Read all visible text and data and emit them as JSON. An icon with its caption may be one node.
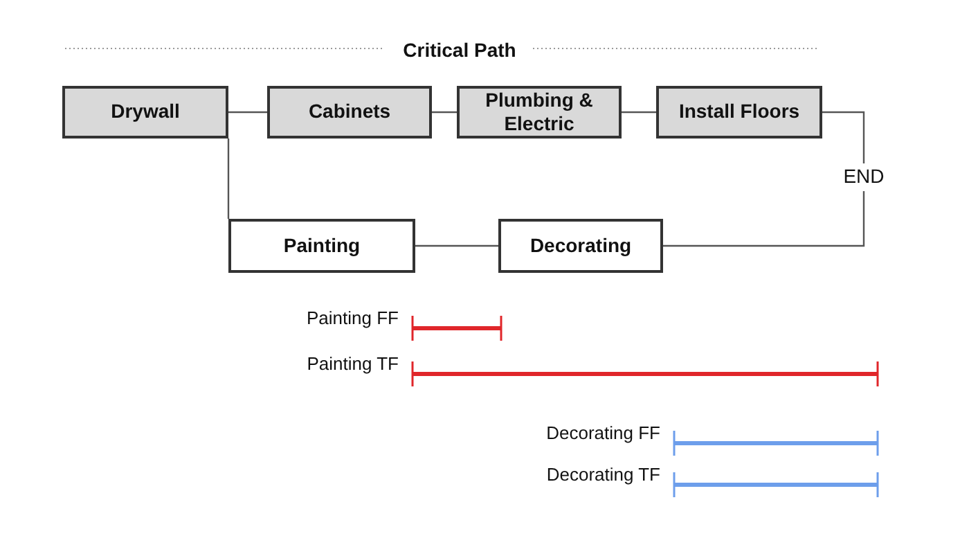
{
  "diagram": {
    "title": "Critical Path",
    "nodes": [
      {
        "text": [
          "Drywall"
        ]
      },
      {
        "text": [
          "Cabinets"
        ]
      },
      {
        "text": [
          "Plumbing & Electric"
        ]
      },
      {
        "text": [
          "Install Floors"
        ]
      },
      {
        "text": [
          "END"
        ]
      },
      {
        "text": [
          "Painting"
        ]
      },
      {
        "text": [
          "Decorating"
        ]
      }
    ],
    "edges": [
      {
        "from": 0,
        "to": 1,
        "arrow": "none"
      },
      {
        "from": 1,
        "to": 2,
        "arrow": "none"
      },
      {
        "from": 2,
        "to": 3,
        "arrow": "none"
      },
      {
        "from": 3,
        "to": 4,
        "arrow": "none"
      },
      {
        "from": 0,
        "to": 5,
        "arrow": "none"
      },
      {
        "from": 5,
        "to": 6,
        "arrow": "none"
      },
      {
        "from": 6,
        "to": 4,
        "arrow": "none"
      }
    ],
    "labels": [
      "Painting FF",
      "Painting TF",
      "Decorating FF",
      "Decorating TF"
    ]
  }
}
